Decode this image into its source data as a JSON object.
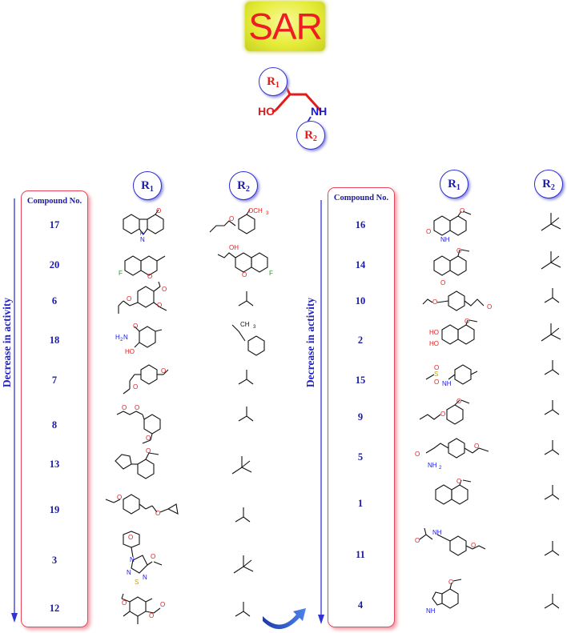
{
  "title": "SAR",
  "core": {
    "r1_label": "R",
    "r1_sub": "1",
    "r2_label": "R",
    "r2_sub": "2",
    "ho_label": "HO",
    "nh_label": "NH"
  },
  "column_headers": {
    "r1": "R",
    "r1_sub": "1",
    "r2": "R",
    "r2_sub": "2"
  },
  "compound_box_title": "Compound No.",
  "trend_label": "Decrease in activity",
  "left_table": {
    "compounds": [
      "17",
      "20",
      "6",
      "18",
      "7",
      "8",
      "13",
      "19",
      "3",
      "12"
    ]
  },
  "right_table": {
    "compounds": [
      "16",
      "14",
      "10",
      "2",
      "15",
      "9",
      "5",
      "1",
      "11",
      "4"
    ]
  },
  "atom_labels": {
    "carbazole": [
      "O",
      "N",
      "H"
    ],
    "och3": "OCH",
    "och3_sub": "3",
    "oh": "OH",
    "o": "O",
    "f": "F",
    "h2n": "H",
    "h2n_sub": "2",
    "h2n_n": "N",
    "ho": "HO",
    "ch3": "CH",
    "ch3_sub": "3",
    "s": "S",
    "nh": "NH",
    "nh2": "NH",
    "nh2_sub": "2",
    "n": "N"
  },
  "colors": {
    "title_red": "#ee1c24",
    "title_bg": "#e6ec3a",
    "blue_text": "#1a1aa6",
    "box_border": "#e8455a",
    "oxygen": "#e21b1b",
    "nitrogen": "#1a1ad6",
    "fluorine": "#1d9d1d",
    "sulfur": "#c8a000"
  }
}
